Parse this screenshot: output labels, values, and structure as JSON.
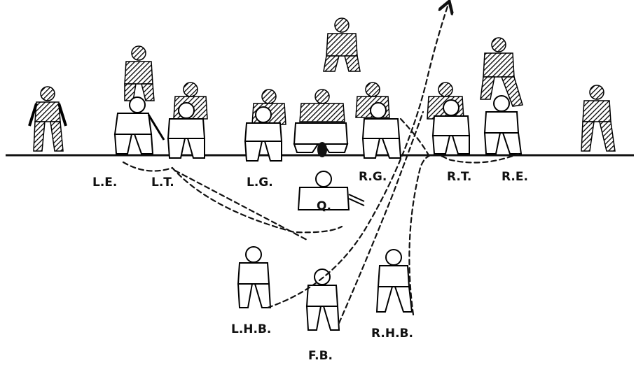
{
  "labels": {
    "le": "L.E.",
    "lt": "L.T.",
    "lg": "L.G.",
    "rg": "R.G.",
    "rt": "R.T.",
    "re": "R.E.",
    "q": "Q.",
    "lhb": "L.H.B.",
    "fb": "F.B.",
    "rhb": "R.H.B."
  },
  "colors": {
    "ink": "#111111",
    "paper": "#ffffff"
  }
}
